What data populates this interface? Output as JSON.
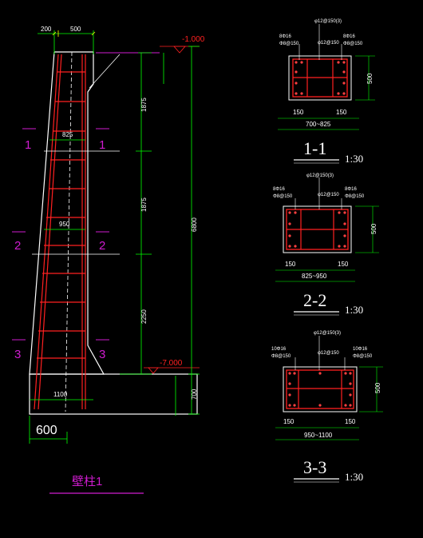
{
  "elevation": {
    "top_width_dims": [
      "200",
      "500"
    ],
    "top_level": "-1.000",
    "bottom_level": "-7.000",
    "segment_heights": [
      "1875",
      "1875",
      "2250"
    ],
    "total_height": "6800",
    "foundation_height": "700",
    "widths": [
      "825",
      "950",
      "1100"
    ],
    "base_offset": "600",
    "section_marks": [
      "1",
      "2",
      "3"
    ],
    "title": "壁柱1"
  },
  "sections": [
    {
      "name": "1-1",
      "scale": "1:30",
      "top_rebar": "φ12@150(3)",
      "mid_rebar": "φ12@150",
      "left_rebar": [
        "8Φ16",
        "Φ8@150"
      ],
      "right_rebar": [
        "8Φ16",
        "Φ8@150"
      ],
      "height": "500",
      "cover_dims": [
        "150",
        "150"
      ],
      "width": "700~825"
    },
    {
      "name": "2-2",
      "scale": "1:30",
      "top_rebar": "φ12@150(3)",
      "mid_rebar": "φ12@150",
      "left_rebar": [
        "8Φ16",
        "Φ8@150"
      ],
      "right_rebar": [
        "8Φ16",
        "Φ8@150"
      ],
      "height": "500",
      "cover_dims": [
        "150",
        "150"
      ],
      "width": "825~950"
    },
    {
      "name": "3-3",
      "scale": "1:30",
      "top_rebar": "φ12@150(3)",
      "mid_rebar": "φ12@150",
      "left_rebar": [
        "10Φ16",
        "Φ8@150"
      ],
      "right_rebar": [
        "10Φ16",
        "Φ8@150"
      ],
      "height": "500",
      "cover_dims": [
        "150",
        "150"
      ],
      "width": "950~1100"
    }
  ],
  "colors": {
    "background": "#000000",
    "outline": "#ffffff",
    "rebar": "#ff2020",
    "dimension": "#00ff00",
    "annotation": "#d01cd0",
    "ticks": "#ffff00"
  }
}
